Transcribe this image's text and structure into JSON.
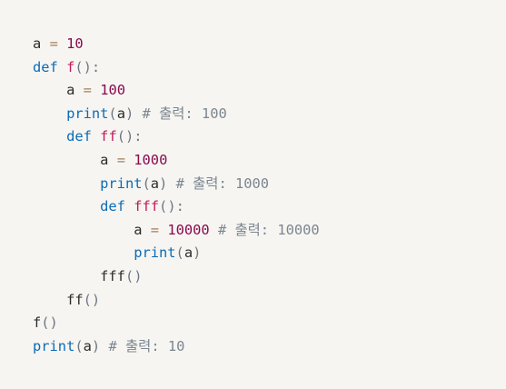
{
  "code": {
    "lines": [
      {
        "indent": 0,
        "tokens": [
          {
            "t": "id",
            "v": "a"
          },
          {
            "t": "sp",
            "v": " "
          },
          {
            "t": "op",
            "v": "="
          },
          {
            "t": "sp",
            "v": " "
          },
          {
            "t": "num",
            "v": "10"
          }
        ]
      },
      {
        "indent": 0,
        "tokens": [
          {
            "t": "kw",
            "v": "def"
          },
          {
            "t": "sp",
            "v": " "
          },
          {
            "t": "fn",
            "v": "f"
          },
          {
            "t": "pun",
            "v": "():"
          }
        ]
      },
      {
        "indent": 1,
        "tokens": [
          {
            "t": "id",
            "v": "a"
          },
          {
            "t": "sp",
            "v": " "
          },
          {
            "t": "op",
            "v": "="
          },
          {
            "t": "sp",
            "v": " "
          },
          {
            "t": "num",
            "v": "100"
          }
        ]
      },
      {
        "indent": 1,
        "tokens": [
          {
            "t": "kw",
            "v": "print"
          },
          {
            "t": "pun",
            "v": "("
          },
          {
            "t": "id",
            "v": "a"
          },
          {
            "t": "pun",
            "v": ")"
          },
          {
            "t": "sp",
            "v": " "
          },
          {
            "t": "com",
            "v": "# 출력: 100"
          }
        ]
      },
      {
        "indent": 1,
        "tokens": [
          {
            "t": "kw",
            "v": "def"
          },
          {
            "t": "sp",
            "v": " "
          },
          {
            "t": "fn",
            "v": "ff"
          },
          {
            "t": "pun",
            "v": "():"
          }
        ]
      },
      {
        "indent": 2,
        "tokens": [
          {
            "t": "id",
            "v": "a"
          },
          {
            "t": "sp",
            "v": " "
          },
          {
            "t": "op",
            "v": "="
          },
          {
            "t": "sp",
            "v": " "
          },
          {
            "t": "num",
            "v": "1000"
          }
        ]
      },
      {
        "indent": 2,
        "tokens": [
          {
            "t": "kw",
            "v": "print"
          },
          {
            "t": "pun",
            "v": "("
          },
          {
            "t": "id",
            "v": "a"
          },
          {
            "t": "pun",
            "v": ")"
          },
          {
            "t": "sp",
            "v": " "
          },
          {
            "t": "com",
            "v": "# 출력: 1000"
          }
        ]
      },
      {
        "indent": 2,
        "tokens": [
          {
            "t": "kw",
            "v": "def"
          },
          {
            "t": "sp",
            "v": " "
          },
          {
            "t": "fn",
            "v": "fff"
          },
          {
            "t": "pun",
            "v": "():"
          }
        ]
      },
      {
        "indent": 3,
        "tokens": [
          {
            "t": "id",
            "v": "a"
          },
          {
            "t": "sp",
            "v": " "
          },
          {
            "t": "op",
            "v": "="
          },
          {
            "t": "sp",
            "v": " "
          },
          {
            "t": "num",
            "v": "10000"
          },
          {
            "t": "sp",
            "v": " "
          },
          {
            "t": "com",
            "v": "# 출력: 10000"
          }
        ]
      },
      {
        "indent": 3,
        "tokens": [
          {
            "t": "kw",
            "v": "print"
          },
          {
            "t": "pun",
            "v": "("
          },
          {
            "t": "id",
            "v": "a"
          },
          {
            "t": "pun",
            "v": ")"
          }
        ]
      },
      {
        "indent": 2,
        "tokens": [
          {
            "t": "id",
            "v": "fff"
          },
          {
            "t": "pun",
            "v": "()"
          }
        ]
      },
      {
        "indent": 1,
        "tokens": [
          {
            "t": "id",
            "v": "ff"
          },
          {
            "t": "pun",
            "v": "()"
          }
        ]
      },
      {
        "indent": 0,
        "tokens": [
          {
            "t": "id",
            "v": "f"
          },
          {
            "t": "pun",
            "v": "()"
          }
        ]
      },
      {
        "indent": 0,
        "tokens": [
          {
            "t": "kw",
            "v": "print"
          },
          {
            "t": "pun",
            "v": "("
          },
          {
            "t": "id",
            "v": "a"
          },
          {
            "t": "pun",
            "v": ")"
          },
          {
            "t": "sp",
            "v": " "
          },
          {
            "t": "com",
            "v": "# 출력: 10"
          }
        ]
      }
    ]
  },
  "colors": {
    "background": "#f6f5f2",
    "keyword": "#0b6bb5",
    "function_name": "#c2185b",
    "number": "#8a0a4e",
    "operator": "#a67f59",
    "comment": "#7c8690"
  }
}
